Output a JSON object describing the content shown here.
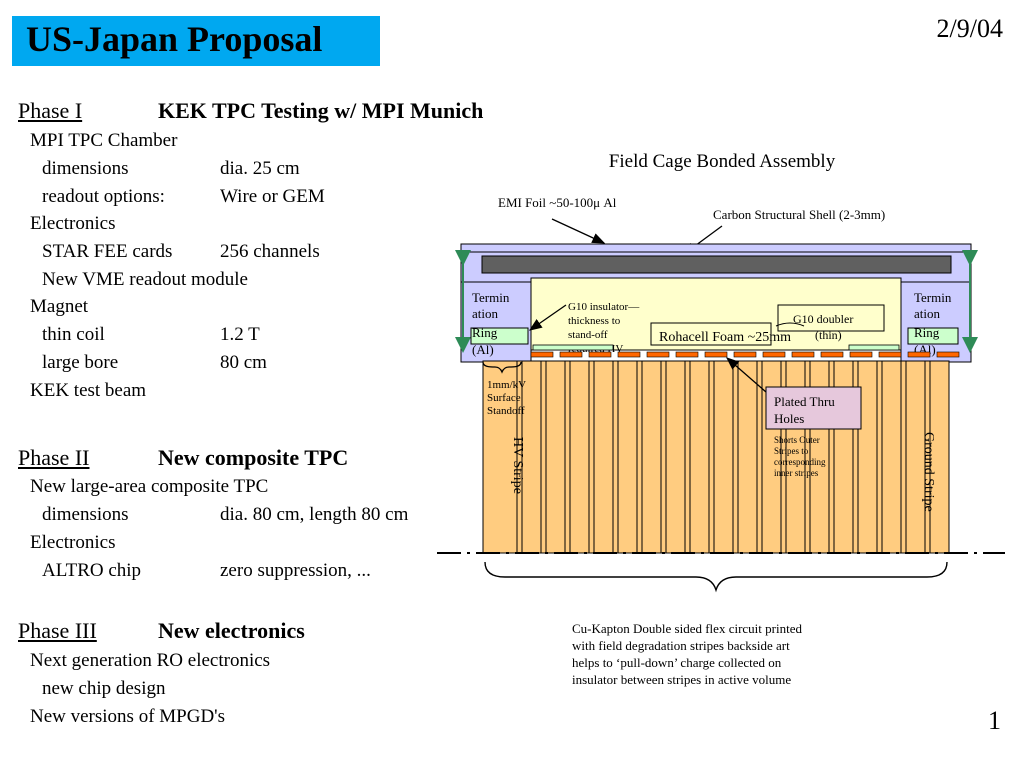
{
  "header": {
    "title": "US-Japan Proposal",
    "date": "2/9/04"
  },
  "footer": {
    "slide_number": "1"
  },
  "phases": [
    {
      "label": "Phase I",
      "heading": "KEK TPC Testing w/ MPI Munich",
      "items": [
        {
          "level": 1,
          "text": "MPI TPC Chamber"
        },
        {
          "level": 2,
          "text": "dimensions",
          "value": "dia. 25 cm"
        },
        {
          "level": 2,
          "text": "readout options:",
          "value": "Wire or GEM"
        },
        {
          "level": 1,
          "text": "Electronics"
        },
        {
          "level": 2,
          "text": "STAR FEE cards",
          "value": "256 channels"
        },
        {
          "level": 2,
          "text": "New VME readout module"
        },
        {
          "level": 1,
          "text": "Magnet"
        },
        {
          "level": 2,
          "text": "thin coil",
          "value": "1.2 T"
        },
        {
          "level": 2,
          "text": "large bore",
          "value": "80 cm"
        },
        {
          "level": 1,
          "text": "KEK test beam"
        }
      ]
    },
    {
      "label": "Phase II",
      "heading": "New composite TPC",
      "items": [
        {
          "level": 1,
          "text": "New large-area composite TPC"
        },
        {
          "level": 2,
          "text": "dimensions",
          "value": "dia. 80 cm, length 80 cm"
        },
        {
          "level": 1,
          "text": "Electronics"
        },
        {
          "level": 2,
          "text": "ALTRO chip",
          "value": "zero suppression, ..."
        }
      ]
    },
    {
      "label": "Phase III",
      "heading": "New electronics",
      "items": [
        {
          "level": 1,
          "text": "Next generation RO electronics"
        },
        {
          "level": 2,
          "text": "new chip design"
        },
        {
          "level": 1,
          "text": "New versions of MPGD's"
        }
      ]
    }
  ],
  "diagram": {
    "title": "Field Cage Bonded Assembly",
    "emi_foil": "EMI Foil ~50-100μ Al",
    "carbon_shell": "Carbon Structural Shell (2-3mm)",
    "termination_left": [
      "Termin",
      "ation",
      "Ring",
      "(Al)"
    ],
    "termination_right": [
      "Termin",
      "ation",
      "Ring",
      "(Al)"
    ],
    "g10_insulator": [
      "G10 insulator—",
      "thickness to",
      "stand-off",
      "required HV"
    ],
    "g10_doubler": [
      "G10 doubler",
      "(thin)"
    ],
    "rohacell": "Rohacell Foam ~25mm",
    "standoff": [
      "1mm/kV",
      "Surface",
      "Standoff"
    ],
    "hv_stripe": "HV Stripe",
    "ground_stripe": "Ground Stripe",
    "plated_holes": [
      "Plated Thru",
      "Holes"
    ],
    "shorts_note": [
      "Shorts Outer",
      "Stripes to",
      "corresponding",
      "inner stripes"
    ],
    "caption": [
      "Cu-Kapton Double sided flex circuit printed",
      "with field degradation stripes backside art",
      "helps to ‘pull-down’ charge collected on",
      "insulator between stripes in active volume"
    ]
  },
  "colors": {
    "title_bg": "#00a8f0",
    "stripe_fill": "#ffcc80",
    "foam_fill": "#ffffcc",
    "frame_fill": "#ccccff",
    "ring_fill": "#ccffcc",
    "shell_fill": "#606060",
    "arrow_green": "#2e8b57",
    "plated_box": "#e6c8dc",
    "pad_orange": "#ff6600"
  }
}
